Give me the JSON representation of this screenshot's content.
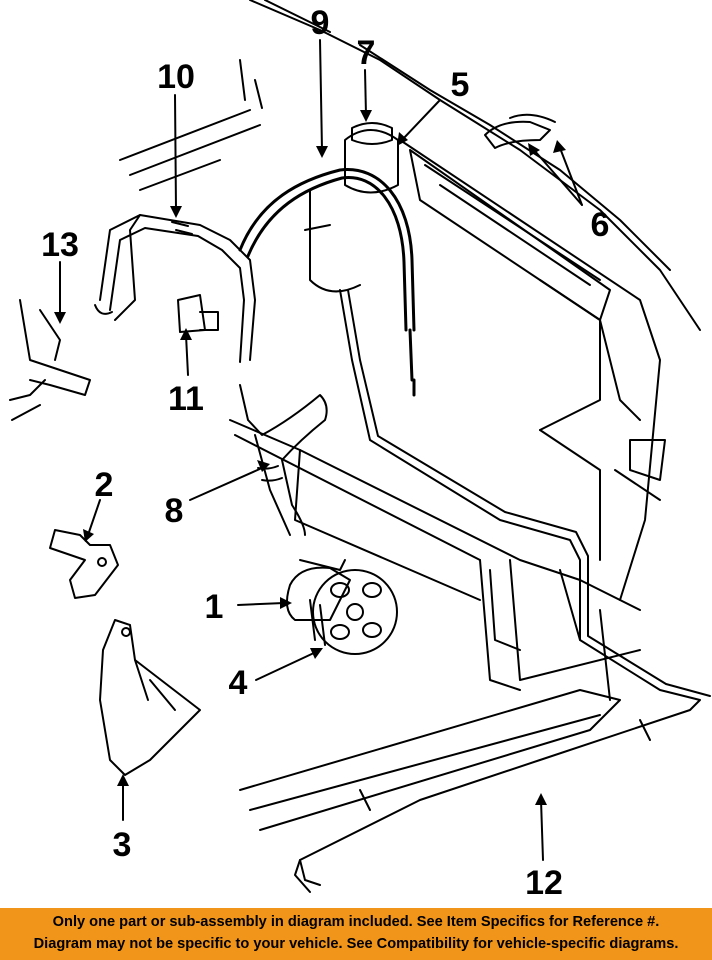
{
  "callouts": [
    {
      "id": "1",
      "label": "1"
    },
    {
      "id": "2",
      "label": "2"
    },
    {
      "id": "3",
      "label": "3"
    },
    {
      "id": "4",
      "label": "4"
    },
    {
      "id": "5",
      "label": "5"
    },
    {
      "id": "6",
      "label": "6"
    },
    {
      "id": "7",
      "label": "7"
    },
    {
      "id": "8",
      "label": "8"
    },
    {
      "id": "9",
      "label": "9"
    },
    {
      "id": "10",
      "label": "10"
    },
    {
      "id": "11",
      "label": "11"
    },
    {
      "id": "12",
      "label": "12"
    },
    {
      "id": "13",
      "label": "13"
    }
  ],
  "banner": {
    "line1": "Only one part or sub-assembly in diagram included. See Item Specifics for Reference #.",
    "line2": "Diagram may not be specific to your vehicle. See Compatibility for vehicle-specific diagrams.",
    "background": "#f0941a"
  }
}
